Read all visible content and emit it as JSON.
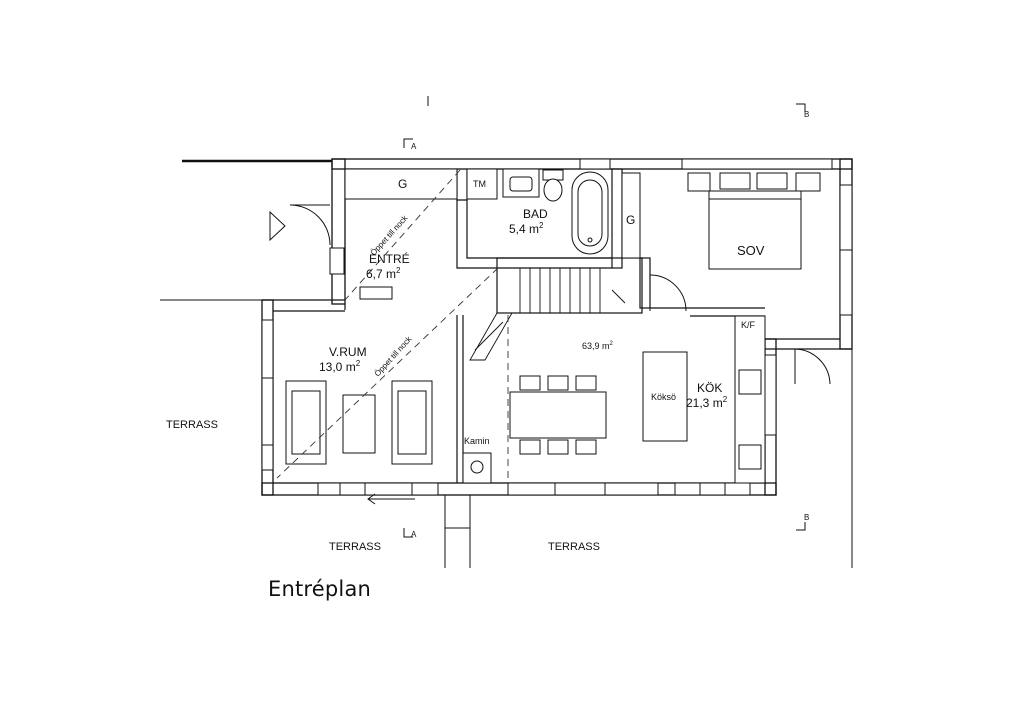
{
  "plan_title": "Entréplan",
  "rooms": {
    "entre": {
      "name": "ENTRÉ",
      "area": "6,7 m",
      "sup": "2"
    },
    "bad": {
      "name": "BAD",
      "area": "5,4 m",
      "sup": "2"
    },
    "sov": {
      "name": "SOV"
    },
    "vrum": {
      "name": "V.RUM",
      "area": "13,0 m",
      "sup": "2"
    },
    "kok": {
      "name": "KÖK",
      "area": "21,3 m",
      "sup": "2"
    },
    "total": {
      "area": "63,9 m",
      "sup": "2"
    }
  },
  "fixtures": {
    "g_entre": "G",
    "g_bad": "G",
    "tm": "TM",
    "kf": "K/F",
    "kamin": "Kamin",
    "kokso": "Köksö"
  },
  "notes": {
    "open_upper": "Öppet till nock",
    "open_lower": "Öppet till nock"
  },
  "terraces": {
    "west": "TERRASS",
    "south_left": "TERRASS",
    "south_right": "TERRASS"
  },
  "section_markers": {
    "a_top": "A",
    "a_bottom": "A",
    "b_top": "B",
    "b_bottom": "B"
  }
}
